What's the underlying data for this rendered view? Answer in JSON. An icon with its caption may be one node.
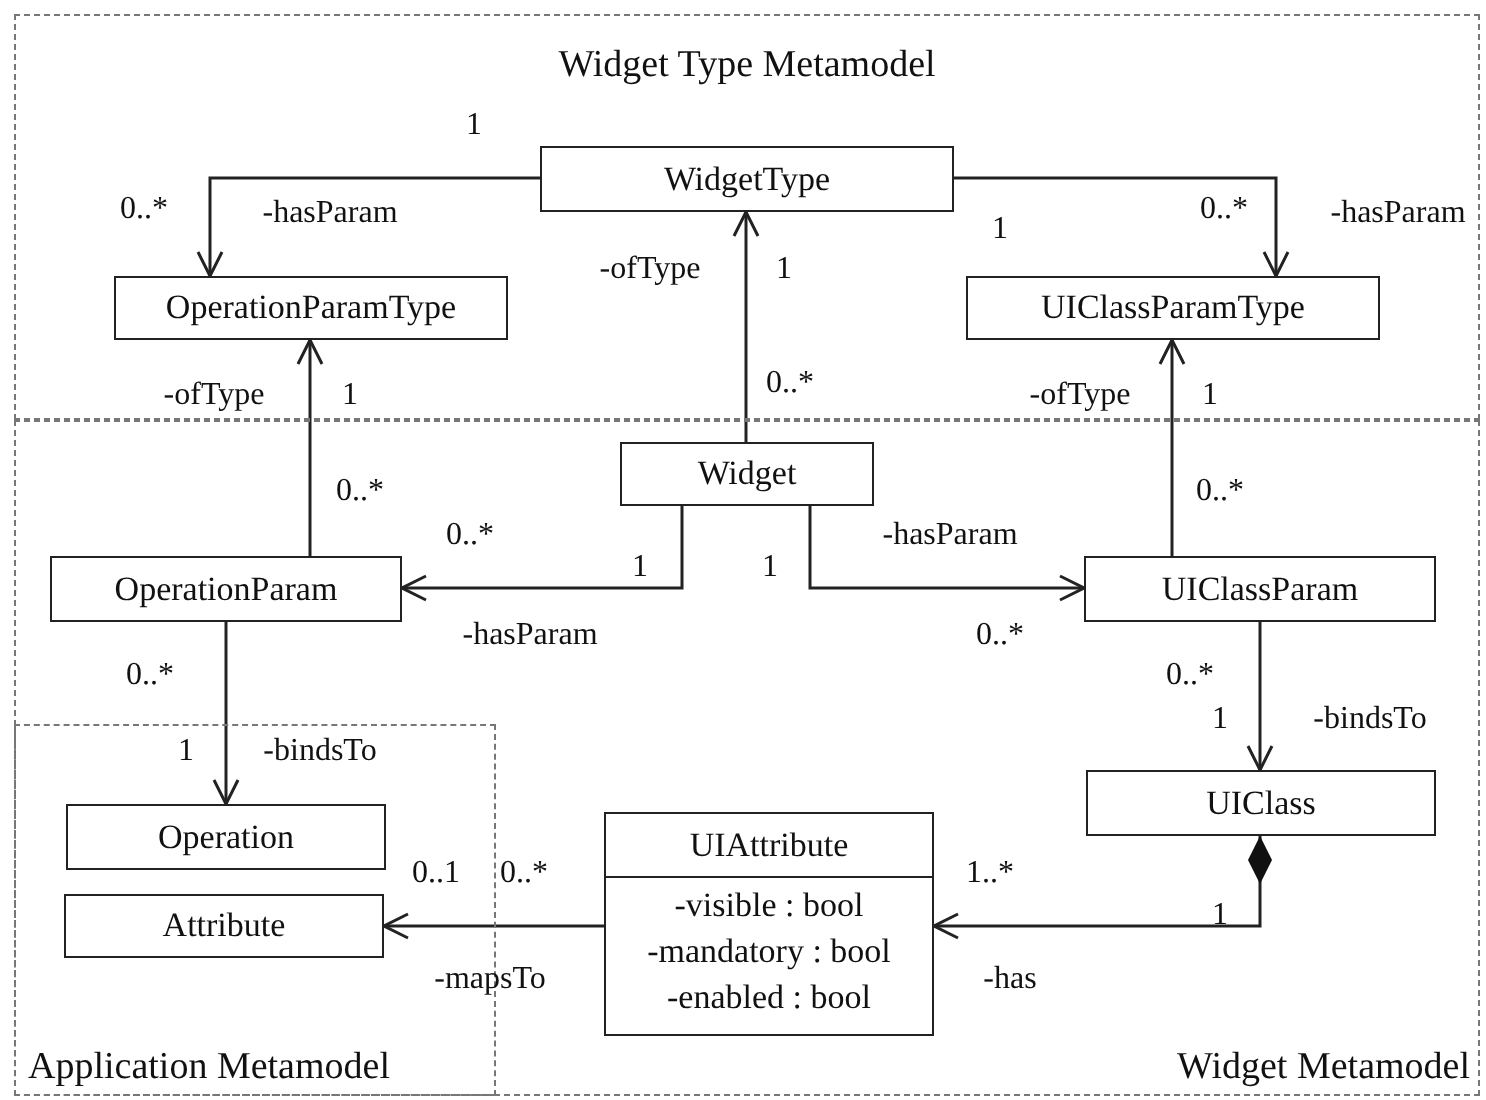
{
  "diagram": {
    "nodes": [
      {
        "text": [
          "Widget Type Metamodel"
        ]
      },
      {
        "text": [
          "WidgetType"
        ],
        "in": 0
      },
      {
        "text": [
          "OperationParamType"
        ],
        "in": 0
      },
      {
        "text": [
          "UIClassParamType"
        ],
        "in": 0
      },
      {
        "text": [
          "Widget Metamodel"
        ]
      },
      {
        "text": [
          "Widget"
        ],
        "in": 4
      },
      {
        "text": [
          "OperationParam"
        ],
        "in": 4
      },
      {
        "text": [
          "UIClassParam"
        ],
        "in": 4
      },
      {
        "text": [
          "Application Metamodel"
        ],
        "in": 4
      },
      {
        "text": [
          "Operation"
        ],
        "in": 8
      },
      {
        "text": [
          "UIClass"
        ],
        "in": 4
      },
      {
        "text": [
          "Attribute"
        ],
        "in": 8
      },
      {
        "text": [
          "UIAttribute",
          "-visible : bool",
          "-mandatory : bool",
          "-enabled : bool"
        ],
        "in": 4
      }
    ],
    "edges": [
      {
        "from": 1,
        "to": 2,
        "arrow": "to",
        "label": "-hasParam"
      },
      {
        "from": 1,
        "to": 3,
        "arrow": "to",
        "label": "-hasParam"
      },
      {
        "from": 5,
        "to": 1,
        "arrow": "to",
        "label": "-ofType"
      },
      {
        "from": 6,
        "to": 2,
        "arrow": "to",
        "label": "-ofType"
      },
      {
        "from": 7,
        "to": 3,
        "arrow": "to",
        "label": "-ofType"
      },
      {
        "from": 5,
        "to": 6,
        "arrow": "to",
        "label": "-hasParam"
      },
      {
        "from": 5,
        "to": 7,
        "arrow": "to",
        "label": "-hasParam"
      },
      {
        "from": 6,
        "to": 9,
        "arrow": "to",
        "label": "-bindsTo"
      },
      {
        "from": 7,
        "to": 10,
        "arrow": "to",
        "label": "-bindsTo"
      },
      {
        "from": 12,
        "to": 11,
        "arrow": "to",
        "label": "-mapsTo"
      },
      {
        "from": 10,
        "to": 12,
        "arrow": "to",
        "label": "-has"
      }
    ],
    "labels": [
      "1",
      "0..*",
      "0..*",
      "1",
      "1",
      "0..*",
      "1",
      "1",
      "0..*",
      "0..*",
      "0..*",
      "1",
      "1",
      "0..*",
      "0..*",
      "0..*",
      "1",
      "1",
      "0..1",
      "0..*",
      "1..*",
      "1"
    ]
  }
}
